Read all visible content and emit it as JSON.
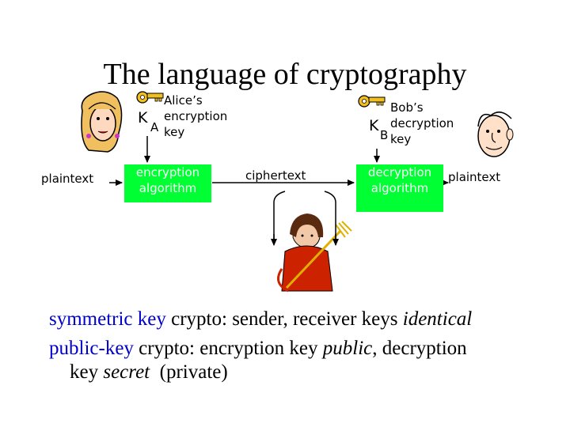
{
  "title": "The language of cryptography",
  "alice": {
    "key_letter": "K",
    "key_sub": "A",
    "key_label_lines": [
      "Alice’s",
      "encryption",
      "key"
    ]
  },
  "bob": {
    "key_letter": "K",
    "key_sub": "B",
    "key_label_lines": [
      "Bob’s",
      "decryption",
      "key"
    ]
  },
  "flow": {
    "plaintext_in": "plaintext",
    "encryption_box": [
      "encryption",
      "algorithm"
    ],
    "ciphertext": "ciphertext",
    "decryption_box": [
      "decryption",
      "algorithm"
    ],
    "plaintext_out": "plaintext"
  },
  "bottom_text": {
    "line1": {
      "part1": "symmetric key",
      "part2": " crypto: sender, receiver keys ",
      "part3": "identical"
    },
    "line2": {
      "part1": "public-key",
      "part2": " crypto: encryption key ",
      "part3": "public",
      "part4": ", decryption"
    },
    "line3": {
      "part1": "key ",
      "part2": "secret",
      "part3": "  (private)"
    }
  },
  "colors": {
    "box_fill": "#00ff33",
    "highlight_text": "#0000cc",
    "key_gold": "#f0c020",
    "devil_red": "#cc2200"
  },
  "icons": [
    "alice-face-icon",
    "bob-face-icon",
    "key-icon",
    "devil-icon"
  ]
}
